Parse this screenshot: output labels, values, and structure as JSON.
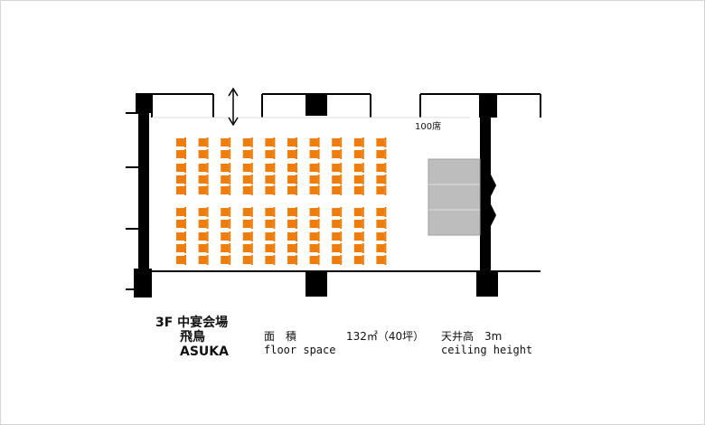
{
  "plan": {
    "capacity_label": "100席",
    "seat_color": "#f07c0a",
    "wall_color": "#000000",
    "stage_color": "#bdbdbd",
    "door_arrow_icon": "double-arrow-vertical-icon"
  },
  "caption": {
    "floor_room": "3F 中宴会場",
    "name_jp": "飛鳥",
    "name_en": "ASUKA",
    "area_label_jp": "面　積",
    "area_value": "132㎡（40坪）",
    "area_label_en": "floor space",
    "ceiling_jp": "天井高　3m",
    "ceiling_en": "ceiling height"
  }
}
